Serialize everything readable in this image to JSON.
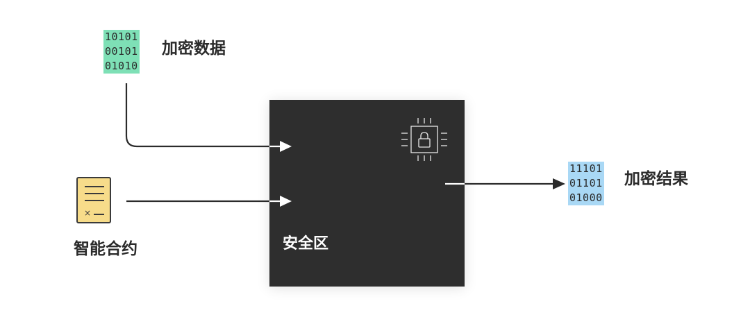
{
  "input_data": {
    "binary_lines": [
      "10101",
      "00101",
      "01010"
    ],
    "label": "加密数据",
    "color": "#7ee0b6"
  },
  "contract": {
    "label": "智能合约",
    "signature_mark": "×",
    "color": "#f7dc8a"
  },
  "enclave": {
    "label": "安全区",
    "color": "#2e2e2e",
    "icon": "chip-lock-icon"
  },
  "output_data": {
    "binary_lines": [
      "11101",
      "01101",
      "01000"
    ],
    "label": "加密结果",
    "color": "#a9d8f5"
  }
}
